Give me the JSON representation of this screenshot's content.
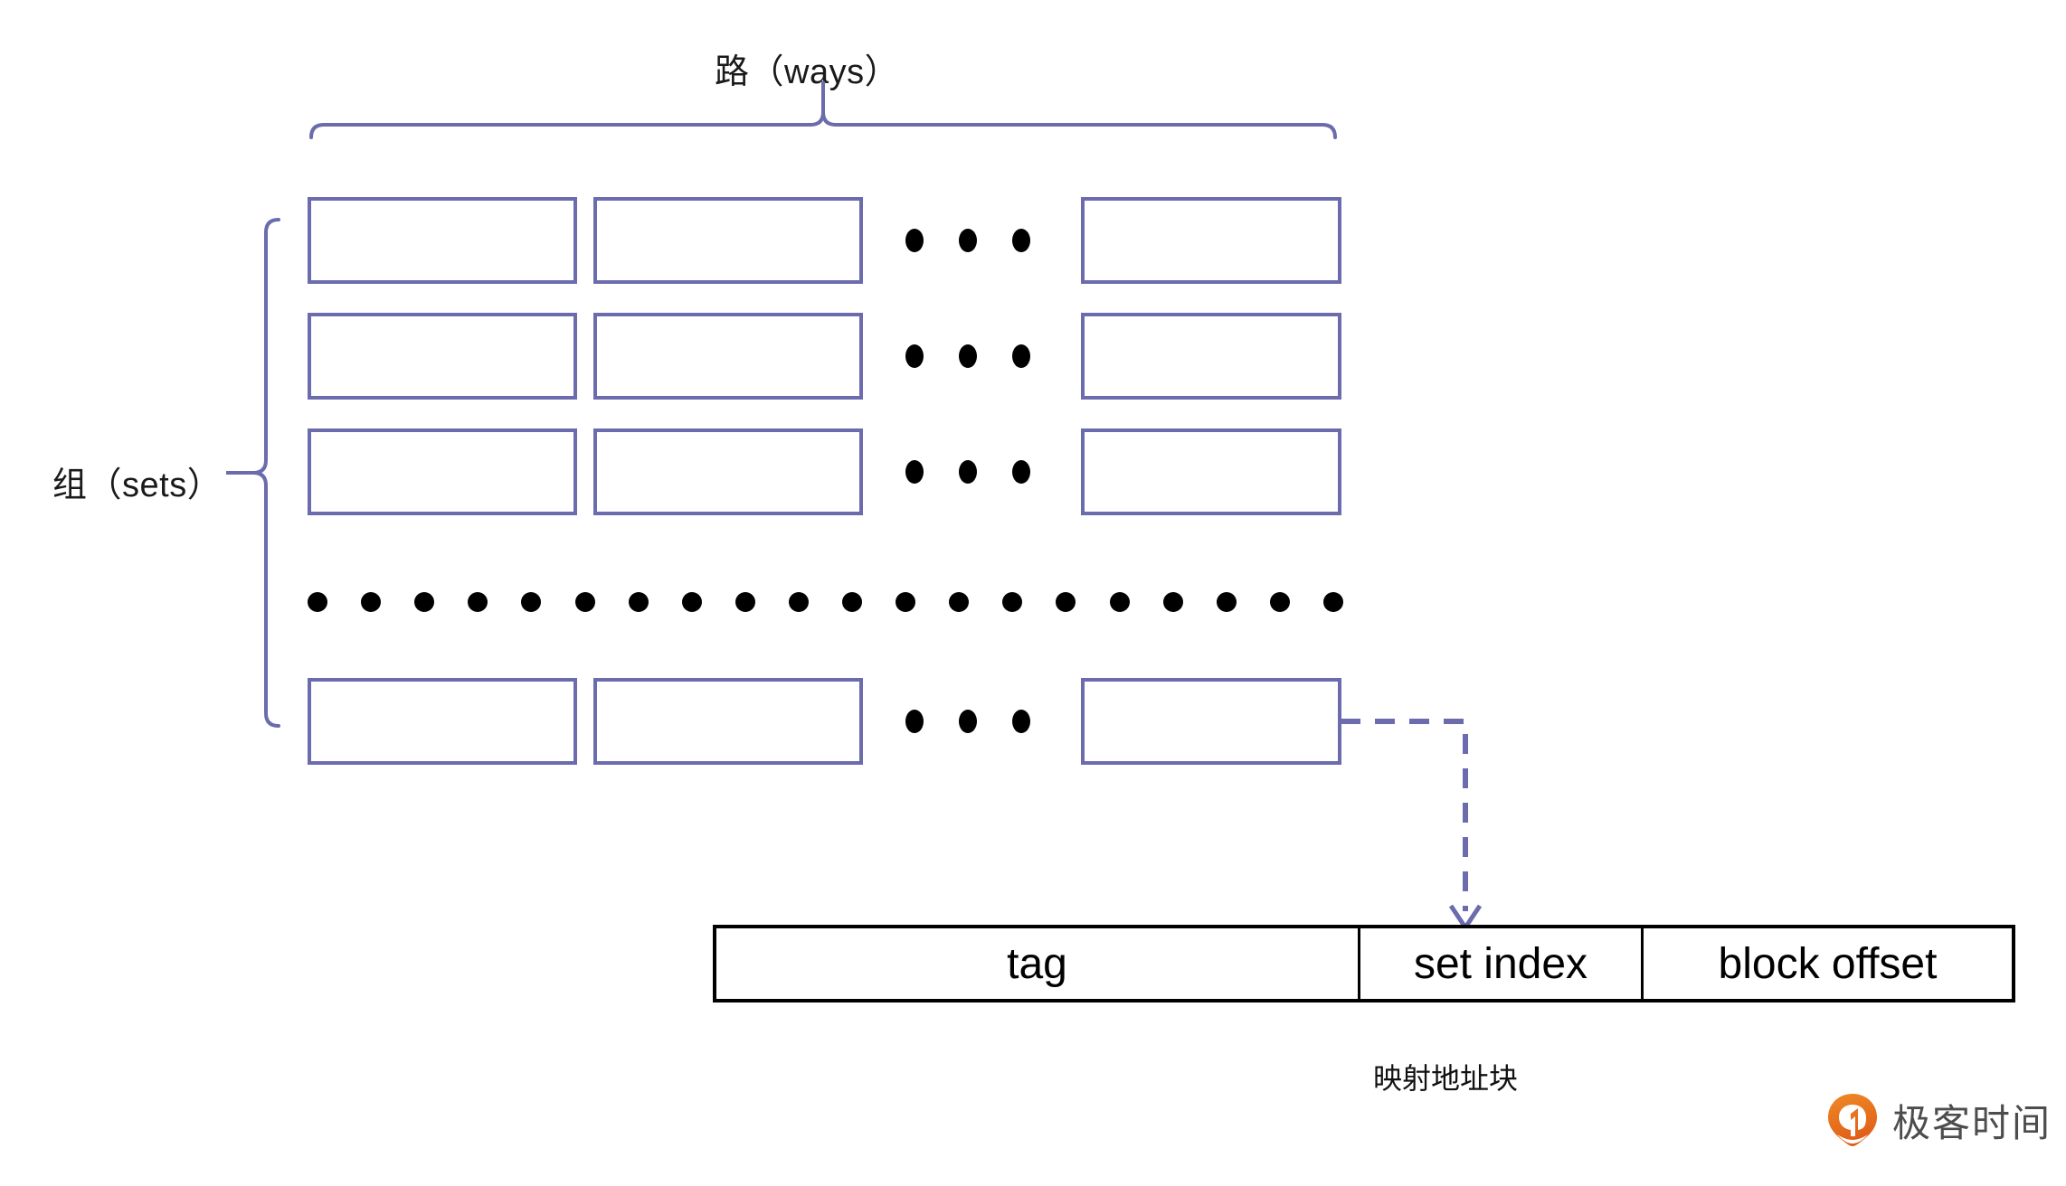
{
  "diagram": {
    "title_top": "路（ways）",
    "title_left": "组（sets）",
    "caption": "映射地址块",
    "colors": {
      "cell_border": "#6b6bae",
      "brace": "#6b6bae",
      "arrow": "#6b6bae",
      "addr_border": "#000000",
      "dot": "#000000",
      "logo_orange": "#ef7d22",
      "logo_text": "#4d4d4d"
    },
    "grid": {
      "rows": 4,
      "columns": 3,
      "row_ellipsis_dots": 3,
      "set_ellipsis_dots": 20
    },
    "address_block": {
      "fields": [
        {
          "label": "tag"
        },
        {
          "label": "set index"
        },
        {
          "label": "block offset"
        }
      ]
    },
    "watermark": {
      "text": "极客时间",
      "icon": "geektime-logo-icon"
    }
  }
}
